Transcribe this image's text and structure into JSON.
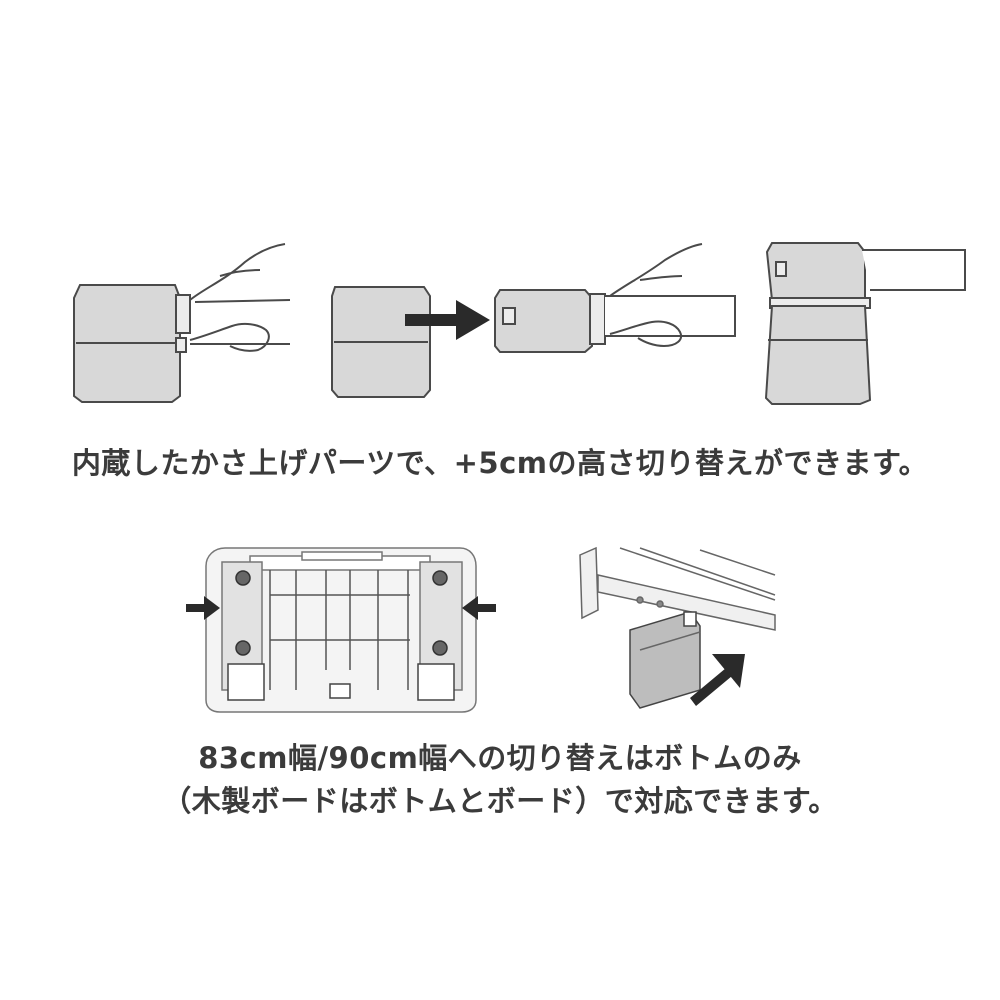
{
  "captions": {
    "top": "内蔵したかさ上げパーツで、+5cmの高さ切り替えができます。",
    "bottom_line1": "83cm幅/90cm幅への切り替えはボトムのみ",
    "bottom_line2": "（木製ボードはボトムとボード）で対応できます。"
  },
  "colors": {
    "box_fill": "#d8d8d8",
    "box_stroke": "#4a4a4a",
    "arrow": "#2a2a2a",
    "caption": "#3b3b3b"
  },
  "icons": [
    "right-arrow-icon",
    "hand-icon",
    "diagonal-arrow-icon"
  ]
}
